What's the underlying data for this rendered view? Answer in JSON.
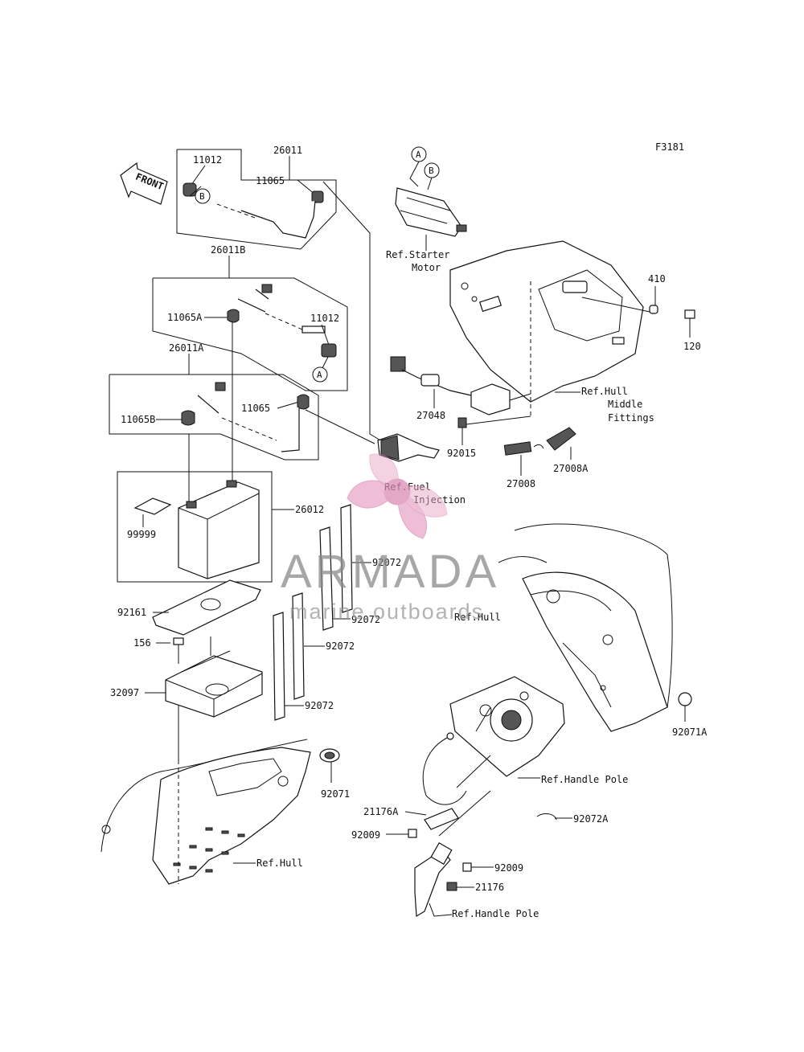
{
  "figure_code": "F3181",
  "front_label": "FRONT",
  "watermark": {
    "brand": "ARMADA",
    "tagline": "marine outboards",
    "brand_color": "#d98bb4",
    "text_color": "#8a8a8a"
  },
  "parts": {
    "p26011": "26011",
    "p11012_top": "11012",
    "p11065_top": "11065",
    "p26011B": "26011B",
    "p11065A": "11065A",
    "p11012_mid": "11012",
    "p26011A": "26011A",
    "p11065_mid": "11065",
    "p11065B": "11065B",
    "p26012": "26012",
    "p99999": "99999",
    "p92161": "92161",
    "p156": "156",
    "p32097": "32097",
    "p92072_a": "92072",
    "p92072_b": "92072",
    "p92072_c": "92072",
    "p92072_d": "92072",
    "p92071": "92071",
    "p410": "410",
    "p120": "120",
    "p27048": "27048",
    "p92015": "92015",
    "p27008": "27008",
    "p27008A": "27008A",
    "p92071A": "92071A",
    "p21176A": "21176A",
    "p92009_a": "92009",
    "p92009_b": "92009",
    "p21176": "21176",
    "p92072A": "92072A"
  },
  "refs": {
    "starter_1": "Ref.Starter",
    "starter_2": "Motor",
    "hull_mid_1": "Ref.Hull",
    "hull_mid_2": "Middle",
    "hull_mid_3": "Fittings",
    "fuel_1": "Ref.Fuel",
    "fuel_2": "Injection",
    "hull_right": "Ref.Hull",
    "hull_bottom": "Ref.Hull",
    "handle_pole_1": "Ref.Handle Pole",
    "handle_pole_2": "Ref.Handle Pole"
  },
  "callouts": {
    "a": "A",
    "b": "B"
  }
}
